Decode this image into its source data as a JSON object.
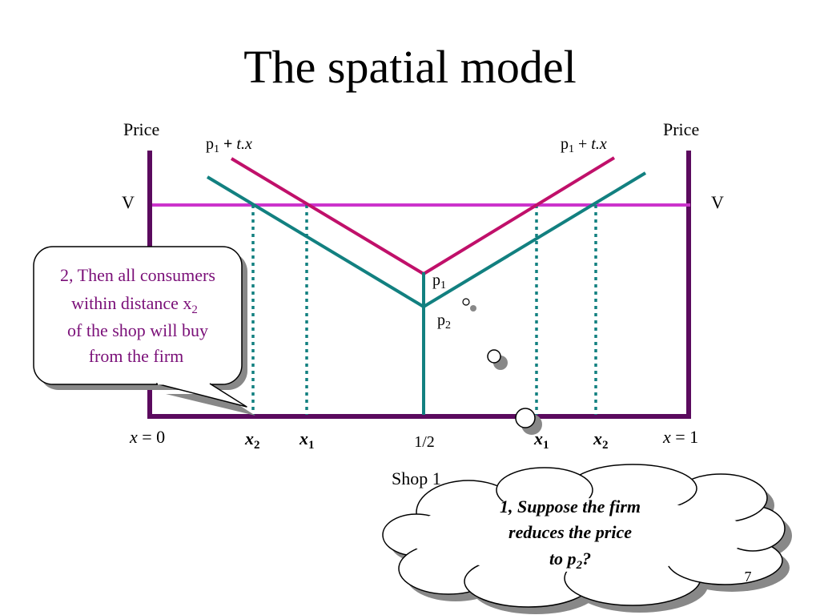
{
  "slide": {
    "title": "The spatial model",
    "page_number": "7"
  },
  "axes": {
    "left_label": "Price",
    "right_label": "Price",
    "left_v": "V",
    "right_v": "V"
  },
  "curves": {
    "left_label_prefix": "p",
    "left_label_sub": "1",
    "left_label_plus": " + ",
    "left_label_suffix": "t.x",
    "right_label_prefix": "p",
    "right_label_sub": "1",
    "right_label_plus": " + ",
    "right_label_suffix": "t.x",
    "p1_prefix": "p",
    "p1_sub": "1",
    "p2_prefix": "p",
    "p2_sub": "2"
  },
  "x_axis": {
    "left_end_var": "x",
    "left_end_val": " = 0",
    "right_end_var": "x",
    "right_end_val": " = 1",
    "half": "1/2",
    "x2_left_var": "x",
    "x2_left_sub": "2",
    "x1_left_var": "x",
    "x1_left_sub": "1",
    "x1_right_var": "x",
    "x1_right_sub": "1",
    "x2_right_var": "x",
    "x2_right_sub": "2",
    "shop_label": "Shop 1"
  },
  "callout_box": {
    "line1": "2, Then all consumers",
    "line2_prefix": "within distance x",
    "line2_sub": "2",
    "line3": "of the shop will buy",
    "line4": "from the firm"
  },
  "cloud": {
    "line1": "1, Suppose the firm",
    "line2": "reduces the price",
    "line3_prefix": "to p",
    "line3_sub": "2",
    "line3_suffix": "?"
  },
  "colors": {
    "axis": "#5b0a5e",
    "v_line": "#cc33cc",
    "p1_lines": "#c0106a",
    "p2_lines": "#128080",
    "callout_text": "#7a0f78"
  }
}
